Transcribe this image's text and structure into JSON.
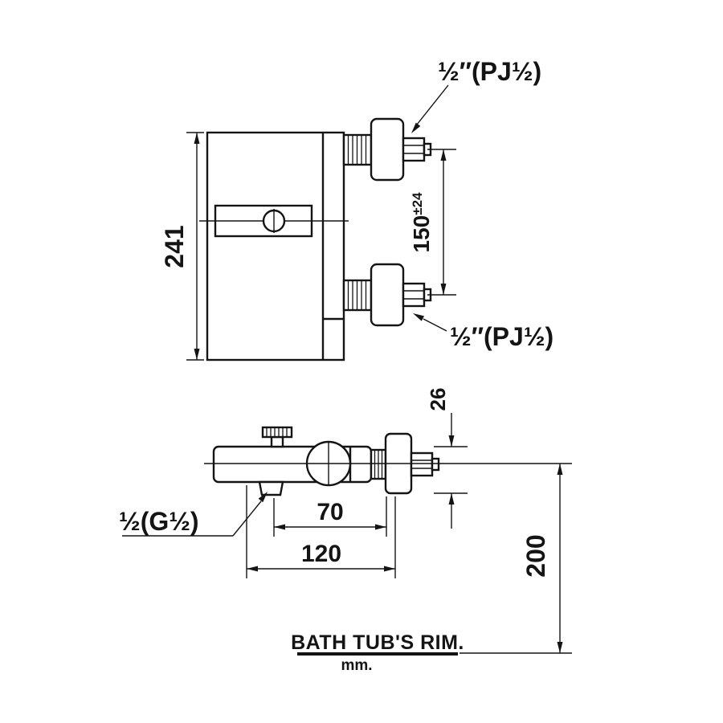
{
  "connections": {
    "top_inlet_label": "½″(PJ½)",
    "bottom_inlet_label": "½″(PJ½)",
    "outlet_label": "½(G½)"
  },
  "dimensions": {
    "body_height": "241",
    "inlet_spacing": "150",
    "inlet_spacing_tolerance": "±24",
    "deck_offset": "26",
    "center_to_wall": "70",
    "overall_depth": "120",
    "height_above_rim": "200"
  },
  "notes": {
    "reference": "BATH TUB'S RIM.",
    "units": "mm."
  }
}
